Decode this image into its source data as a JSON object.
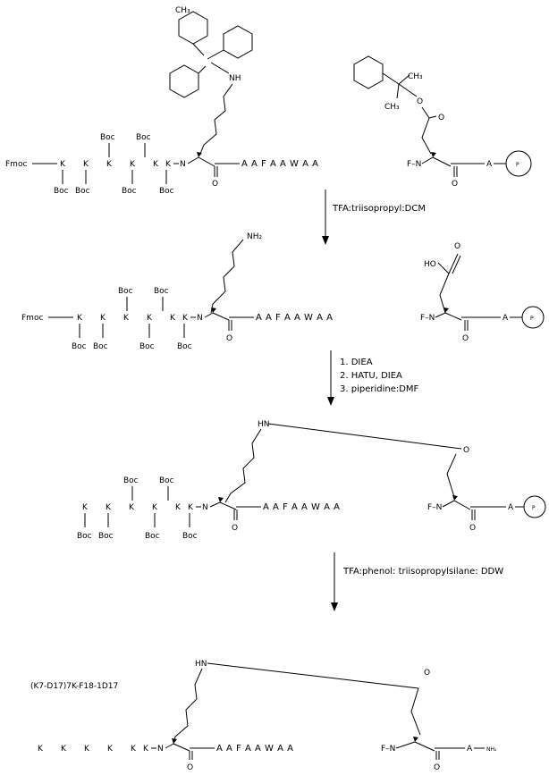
{
  "compound1": {
    "fmoc": "Fmoc",
    "lys": [
      "K",
      "K",
      "K",
      "K",
      "K"
    ],
    "top_boc": [
      "Boc",
      "Boc"
    ],
    "bottom_boc": [
      "Boc",
      "Boc",
      "Boc",
      "Boc"
    ],
    "k6": "K",
    "n": "N",
    "o": "O",
    "sequence": "A A F A A W A A",
    "f_n": "F–N",
    "a_end": "A",
    "resin": "P",
    "nh": "NH",
    "ch3": "CH₃",
    "o_ester": "O",
    "o_carbonyl": "O",
    "ch3_a": "CH₃",
    "ch3_b": "CH₃"
  },
  "step1": {
    "reagent": "TFA:triisopropyl:DCM"
  },
  "compound2": {
    "fmoc": "Fmoc",
    "lys": [
      "K",
      "K",
      "K",
      "K",
      "K"
    ],
    "top_boc": [
      "Boc",
      "Boc"
    ],
    "bottom_boc": [
      "Boc",
      "Boc",
      "Boc",
      "Boc"
    ],
    "k6": "K",
    "n": "N",
    "o": "O",
    "sequence": "A A F A A W A A",
    "f_n": "F–N",
    "a_end": "A",
    "resin": "P",
    "nh2": "NH₂",
    "ho": "HO",
    "o_acid": "O"
  },
  "step2": {
    "reagents": [
      "1. DIEA",
      "2. HATU, DIEA",
      "3. piperidine:DMF"
    ]
  },
  "compound3": {
    "lys": [
      "K",
      "K",
      "K",
      "K",
      "K"
    ],
    "top_boc": [
      "Boc",
      "Boc"
    ],
    "bottom_boc": [
      "Boc",
      "Boc",
      "Boc",
      "Boc"
    ],
    "k6": "K",
    "n": "N",
    "o": "O",
    "sequence": "A A F A A W A A",
    "f_n": "F–N",
    "a_end": "A",
    "resin": "P",
    "hn": "HN",
    "o_lactam": "O"
  },
  "step3": {
    "reagent": "TFA:phenol: triisopropylsilane: DDW"
  },
  "product": {
    "name": "(K7-D17)7K-F18-1D17",
    "lys": [
      "K",
      "K",
      "K",
      "K",
      "K"
    ],
    "k6": "K",
    "n": "N",
    "o": "O",
    "sequence": "A A F A A W A A",
    "f_n": "F–N",
    "a_end": "A",
    "nh2": "NH₂",
    "hn": "HN",
    "o_lactam": "O"
  }
}
